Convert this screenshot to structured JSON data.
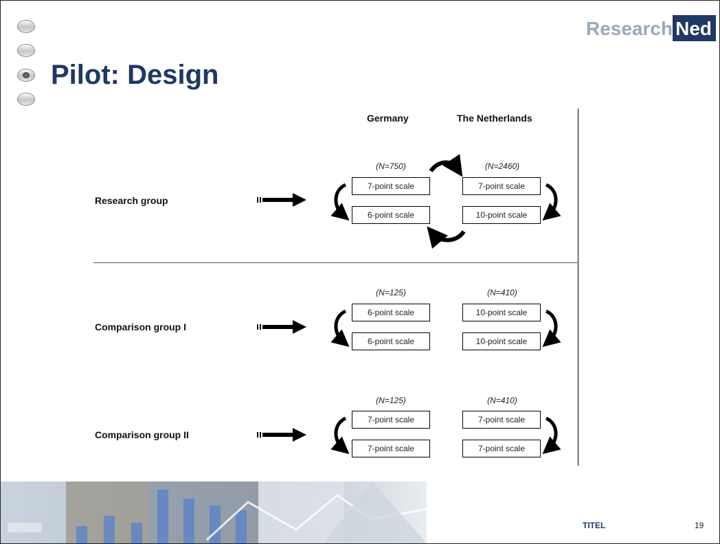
{
  "slide": {
    "title": "Pilot: Design",
    "logo": {
      "part1": "Research",
      "part2": "Ned"
    },
    "footer_title": "TITEL",
    "page_number": "19"
  },
  "columns": {
    "germany": "Germany",
    "netherlands": "The Netherlands"
  },
  "groups": [
    {
      "label": "Research group",
      "germany_n": "(N=750)",
      "netherlands_n": "(N=2460)",
      "germany_scales": [
        "7-point scale",
        "6-point scale"
      ],
      "netherlands_scales": [
        "7-point scale",
        "10-point scale"
      ]
    },
    {
      "label": "Comparison group I",
      "germany_n": "(N=125)",
      "netherlands_n": "(N=410)",
      "germany_scales": [
        "6-point scale",
        "6-point scale"
      ],
      "netherlands_scales": [
        "10-point scale",
        "10-point scale"
      ]
    },
    {
      "label": "Comparison group II",
      "germany_n": "(N=125)",
      "netherlands_n": "(N=410)",
      "germany_scales": [
        "7-point scale",
        "7-point scale"
      ],
      "netherlands_scales": [
        "7-point scale",
        "7-point scale"
      ]
    }
  ],
  "colors": {
    "title": "#1f3864",
    "logo_light": "#9aaab9",
    "logo_box": "#1f3864"
  }
}
